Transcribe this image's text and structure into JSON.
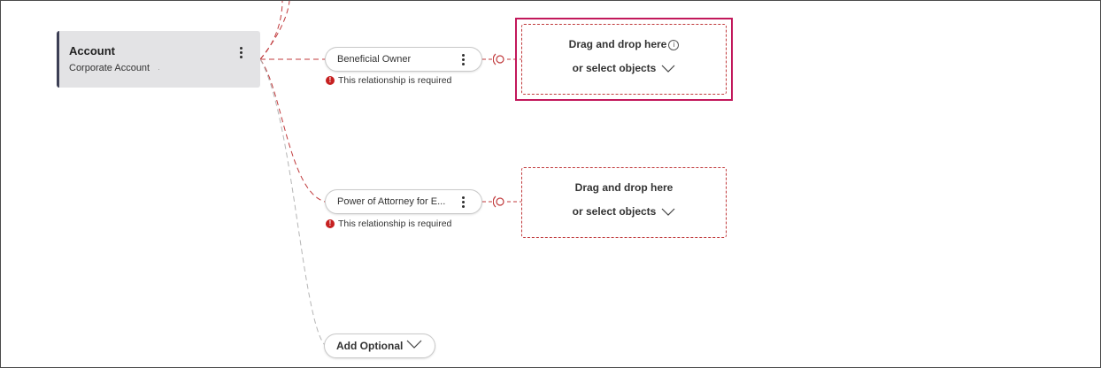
{
  "colors": {
    "relation_line": "#c0393b",
    "optional_line": "#b5b5b5",
    "error": "#c62020",
    "focus_ring": "#c2185b",
    "card_bg": "#e3e3e5",
    "card_accent": "#3c3f55"
  },
  "account_card": {
    "title": "Account",
    "subtitle": "Corporate Account",
    "menu_icon": "more-vertical-icon"
  },
  "relationships": [
    {
      "label": "Beneficial Owner",
      "menu_icon": "more-vertical-icon",
      "error_icon": "error-icon",
      "required_text": "This relationship is required",
      "connector_icon": "target-connector-icon",
      "drop_zone": {
        "primary": "Drag and drop here",
        "secondary": "or select objects",
        "info_icon": "info-icon",
        "dropdown_icon": "chevron-down-icon",
        "focused": true
      }
    },
    {
      "label": "Power of Attorney for E...",
      "menu_icon": "more-vertical-icon",
      "error_icon": "error-icon",
      "required_text": "This relationship is required",
      "connector_icon": "target-connector-icon",
      "drop_zone": {
        "primary": "Drag and drop here",
        "secondary": "or select objects",
        "dropdown_icon": "chevron-down-icon",
        "focused": false
      }
    }
  ],
  "add_optional": {
    "label": "Add Optional",
    "icon": "chevron-down-icon"
  }
}
